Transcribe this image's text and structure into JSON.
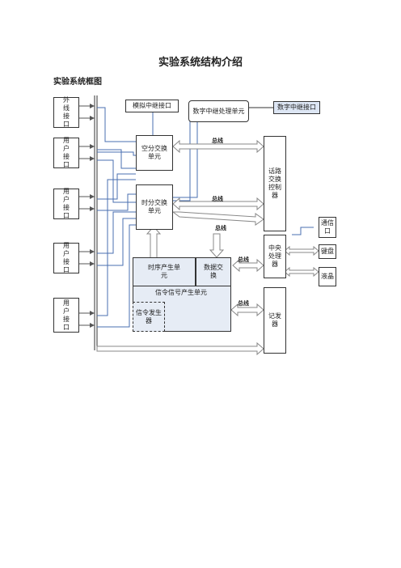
{
  "page": {
    "title": "实验系统结构介绍",
    "subtitle": "实验系统框图"
  },
  "diagram": {
    "ext_interface": "外\n线\n接\n口",
    "user_interface": "用\n户\n接\n口",
    "analog_trunk": "模拟中继接口",
    "digital_trunk_unit": "数字中继处理单元",
    "digital_trunk_interface": "数字中继接口",
    "space_switch": "空分交换\n单元",
    "time_switch": "时分交换\n单元",
    "call_controller": "话路\n交换\n控制\n器",
    "cpu": "中央\n处理\n器",
    "comm_port": "通信\n口",
    "keyboard": "键盘",
    "lcd": "液晶",
    "timing_gen": "时序产生单\n元",
    "data_switch": "数据交\n换",
    "signal_unit": "信令信号产生单元",
    "signal_gen": "信令发生\n器",
    "register": "记发\n器",
    "bus": "总线"
  }
}
